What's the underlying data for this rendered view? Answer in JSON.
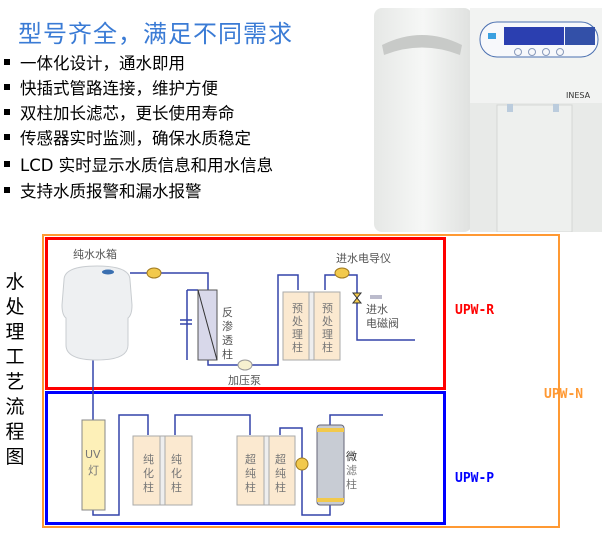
{
  "title": "型号齐全，满足不同需求",
  "features": [
    "一体化设计，通水即用",
    "快插式管路连接，维护方便",
    "双柱加长滤芯，更长使用寿命",
    "传感器实时监测，确保水质稳定",
    "LCD 实时显示水质信息和用水信息",
    "支持水质报警和漏水报警"
  ],
  "product_brand": "INESA",
  "flow_title": "水处理工艺流程图",
  "sections": {
    "upw_r": "UPW-R",
    "upw_n": "UPW-N",
    "upw_p": "UPW-P"
  },
  "colors": {
    "title": "#3a7bd5",
    "upw_r": "#ff0000",
    "upw_n": "#ff9933",
    "upw_p": "#0000ff",
    "pipe": "#3344aa"
  },
  "components": {
    "tank": "纯水水箱",
    "ro": "反渗透柱",
    "pump": "加压泵",
    "pre1": "预处理柱",
    "pre2": "预处理柱",
    "conductivity": "进水电导仪",
    "valve1": "进水",
    "valve2": "电磁阀",
    "uv1": "UV",
    "uv2": "灯",
    "pur1": "纯化柱",
    "pur2": "纯化柱",
    "ultra1": "超纯柱",
    "ultra2": "超纯柱",
    "mf1": "微",
    "mf2": "滤柱"
  }
}
